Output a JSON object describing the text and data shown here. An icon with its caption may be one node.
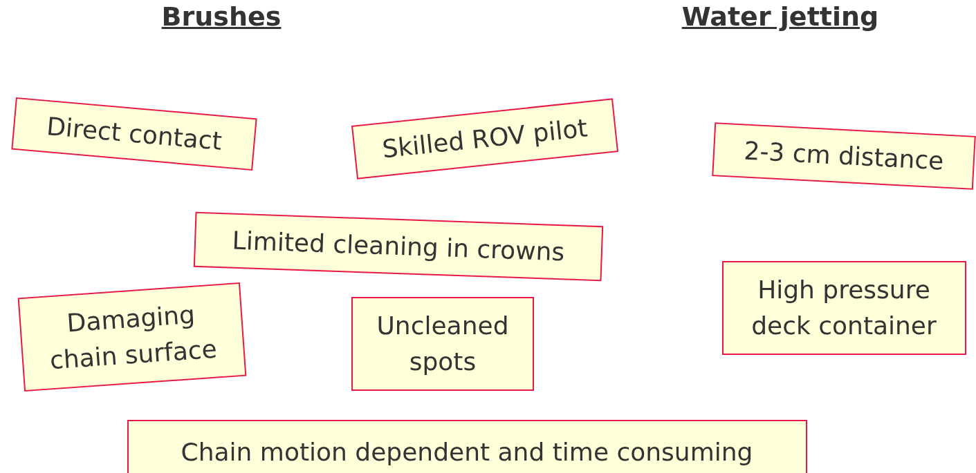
{
  "diagram": {
    "nodes": [
      {
        "text": [
          "Direct contact"
        ]
      },
      {
        "text": [
          "Skilled ROV pilot"
        ]
      },
      {
        "text": [
          "2-3 cm distance"
        ]
      },
      {
        "text": [
          "Limited cleaning in crowns"
        ]
      },
      {
        "text": [
          "High pressure deck container"
        ]
      },
      {
        "text": [
          "Damaging chain surface"
        ]
      },
      {
        "text": [
          "Uncleaned spots"
        ]
      },
      {
        "text": [
          "Chain motion dependent and time consuming"
        ]
      }
    ],
    "edges": [],
    "labels": [
      "Brushes",
      "Water jetting"
    ]
  }
}
